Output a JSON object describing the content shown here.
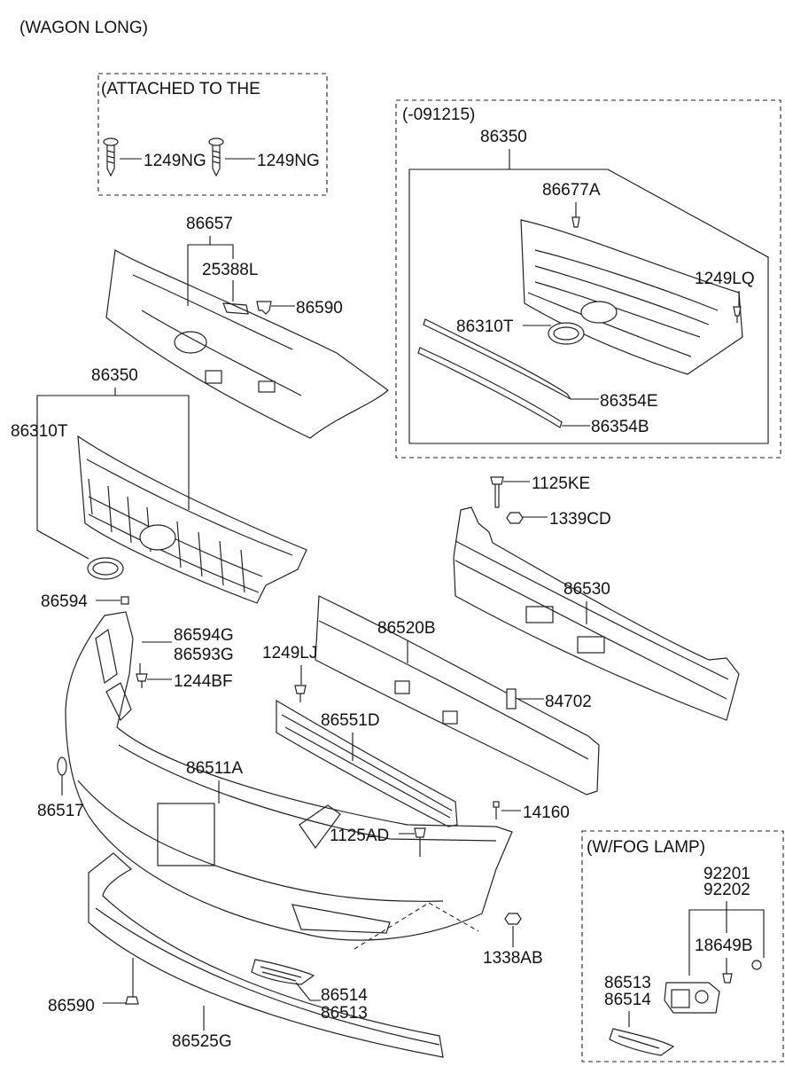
{
  "title": "(WAGON LONG)",
  "boxes": {
    "attached": "(ATTACHED TO THE",
    "early": "(-091215)",
    "fog": "(W/FOG LAMP)"
  },
  "labels": {
    "screw_1": "1249NG",
    "screw_2": "1249NG",
    "grille_top": "86350",
    "clip_top": "86677A",
    "screw_lq": "1249LQ",
    "emblem_top": "86310T",
    "mold_e": "86354E",
    "mold_b": "86354B",
    "cover": "86657",
    "pad": "25388L",
    "retainer_top": "86590",
    "grille_main": "86350",
    "emblem_main": "86310T",
    "bolt_ke": "1125KE",
    "nut_cd": "1339CD",
    "beam": "86530",
    "absorber": "86520B",
    "clip_84702": "84702",
    "screw_lj": "1249LJ",
    "lower_grille": "86551D",
    "clip_594": "86594",
    "clip_594g": "86594G",
    "clip_593g": "86593G",
    "bolt_bf": "1244BF",
    "bumper": "86511A",
    "cap": "86517",
    "screw_14160": "14160",
    "bolt_ad": "1125AD",
    "nut_ab": "1338AB",
    "cover_l_1": "86514",
    "cover_l_2": "86513",
    "retainer_low": "86590",
    "lip": "86525G",
    "fog_1": "92201",
    "fog_2": "92202",
    "fog_bulb": "18649B",
    "fog_cov_1": "86513",
    "fog_cov_2": "86514"
  }
}
